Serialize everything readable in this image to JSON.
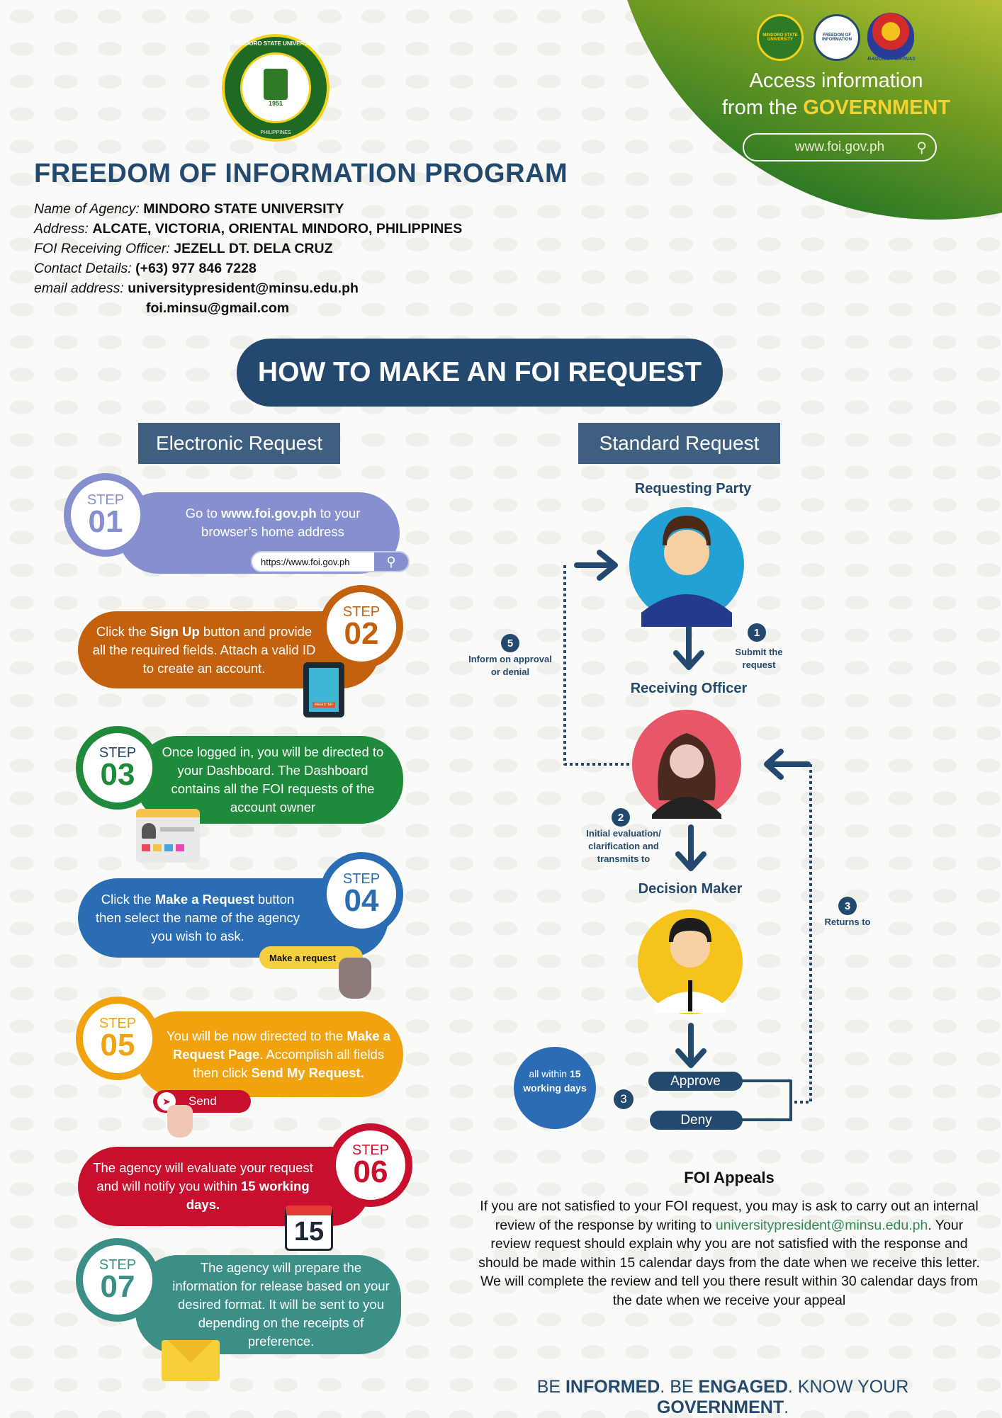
{
  "hero": {
    "logos": [
      "MINDORO STATE UNIVERSITY",
      "FREEDOM OF INFORMATION",
      "BAGONG PILIPINAS"
    ],
    "line1": "Access information",
    "line2_prefix": "from the",
    "line2_highlight": "GOVERNMENT",
    "search_value": "www.foi.gov.ph",
    "colors": {
      "highlight": "#f5d233"
    }
  },
  "header": {
    "logo": {
      "top_text": "MINDORO STATE UNIVERSITY",
      "year": "1951",
      "bottom_text": "PHILIPPINES"
    },
    "title": "FREEDOM OF INFORMATION PROGRAM",
    "info": [
      {
        "label": "Name of Agency:",
        "value": "MINDORO STATE UNIVERSITY"
      },
      {
        "label": "Address:",
        "value": "ALCATE, VICTORIA, ORIENTAL MINDORO, PHILIPPINES"
      },
      {
        "label": "FOI Receiving Officer:",
        "value": "JEZELL DT. DELA CRUZ"
      },
      {
        "label": "Contact Details:",
        "value": "(+63) 977 846 7228"
      },
      {
        "label": "email address:",
        "value": "universitypresident@minsu.edu.ph"
      }
    ],
    "email2": "foi.minsu@gmail.com"
  },
  "banner": "HOW TO MAKE AN FOI REQUEST",
  "electronic": {
    "label": "Electronic Request",
    "steps": [
      {
        "word": "STEP",
        "number": "01",
        "color": "#8790cf",
        "seg": [
          "Go to ",
          "www.foi.gov.ph",
          " to your browser’s home address"
        ],
        "url": "https://www.foi.gov.ph"
      },
      {
        "word": "STEP",
        "number": "02",
        "color": "#c4610e",
        "seg": [
          "Click the ",
          "Sign Up",
          " button and provide all the required fields. Attach a valid ID to create an account."
        ],
        "tablet_button": "REGISTER"
      },
      {
        "word": "STEP",
        "number": "03",
        "color": "#1f8a3b",
        "seg": [
          "Once logged in, you will be directed to your Dashboard. The Dashboard contains all the FOI requests of the account owner"
        ]
      },
      {
        "word": "STEP",
        "number": "04",
        "color": "#2a6db5",
        "seg": [
          "Click the ",
          "Make a Request",
          " button then select the name of the agency you wish to ask."
        ],
        "button": "Make a request"
      },
      {
        "word": "STEP",
        "number": "05",
        "color": "#f0a30f",
        "seg": [
          "You will be now directed to the ",
          "Make a Request Page",
          ". Accomplish all fields then click ",
          "Send My Request."
        ],
        "button": "Send"
      },
      {
        "word": "STEP",
        "number": "06",
        "color": "#c8102e",
        "seg": [
          "The agency will evaluate your request and will notify you within ",
          "15 working days."
        ],
        "calendar": "15"
      },
      {
        "word": "STEP",
        "number": "07",
        "color": "#3b8f86",
        "seg": [
          "The agency will prepare the information for release based on your desired format. It will be sent to you depending on the receipts of preference."
        ]
      }
    ]
  },
  "standard": {
    "label": "Standard Request",
    "nodes": [
      "Requesting Party",
      "Receiving Officer",
      "Decision Maker"
    ],
    "edges": [
      {
        "n": "1",
        "text": "Submit the request"
      },
      {
        "n": "2",
        "text": "Initial evaluation/ clarification and transmits to"
      },
      {
        "n": "3",
        "text": "Returns to"
      },
      {
        "n": "5",
        "text": "Inform on approval or denial"
      }
    ],
    "decision_step": "3",
    "approve": "Approve",
    "deny": "Deny",
    "timeframe": {
      "pre": "all within ",
      "bold": "15 working days"
    }
  },
  "appeals": {
    "title": "FOI Appeals",
    "p1": "If you are not satisfied to your FOI request, you may is ask to carry out an internal review of the response by writing to ",
    "email": "universitypresident@minsu.edu.ph",
    "p2": ". Your review request should explain why you are not satisfied with the response and should be made within 15 calendar days from the date when we receive this letter. We will complete the review and tell you there result within 30 calendar days from the date when we receive your appeal"
  },
  "tagline": [
    "BE ",
    "INFORMED",
    ". BE ",
    "ENGAGED",
    ". KNOW YOUR ",
    "GOVERNMENT",
    "."
  ]
}
